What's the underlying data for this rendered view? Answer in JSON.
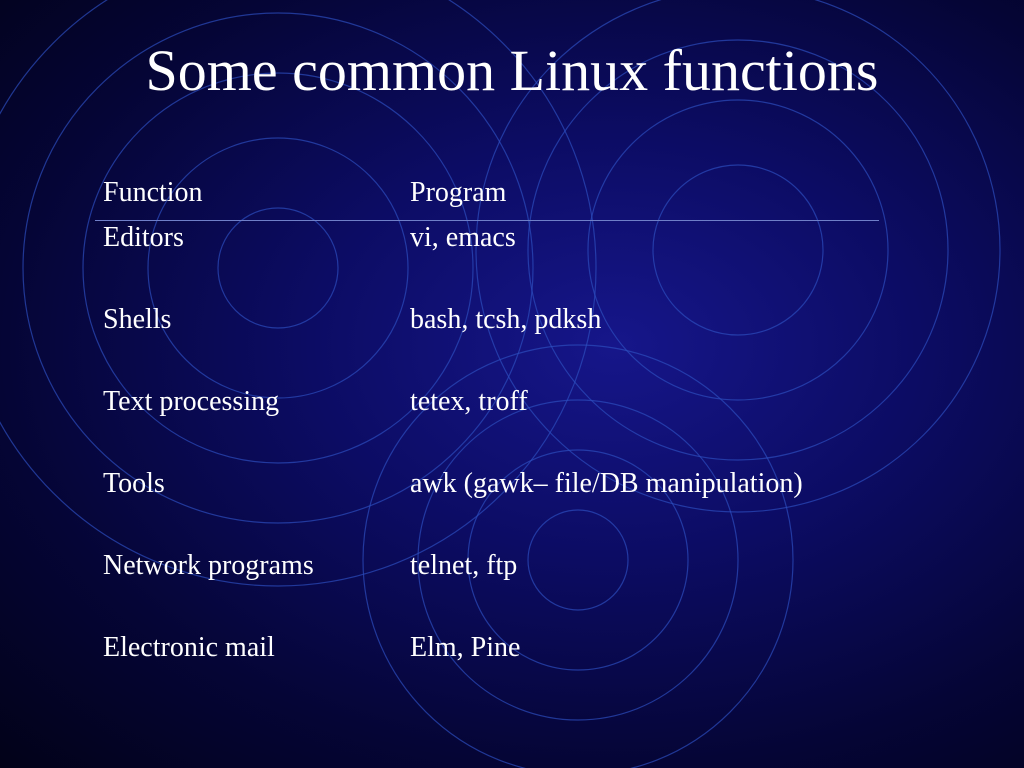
{
  "slide": {
    "title": "Some common Linux functions",
    "table": {
      "headers": {
        "function": "Function",
        "program": "Program"
      },
      "rows": [
        {
          "function": "Editors",
          "program": "vi, emacs"
        },
        {
          "function": "Shells",
          "program": "bash, tcsh, pdksh"
        },
        {
          "function": "Text processing",
          "program": "tetex, troff"
        },
        {
          "function": "Tools",
          "program": "awk (gawk– file/DB manipulation)"
        },
        {
          "function": "Network programs",
          "program": "telnet, ftp"
        },
        {
          "function": "Electronic mail",
          "program": "Elm, Pine"
        }
      ]
    }
  },
  "colors": {
    "background": "#0c0c64",
    "text": "#ffffff",
    "rings": "#2c4dbd"
  }
}
